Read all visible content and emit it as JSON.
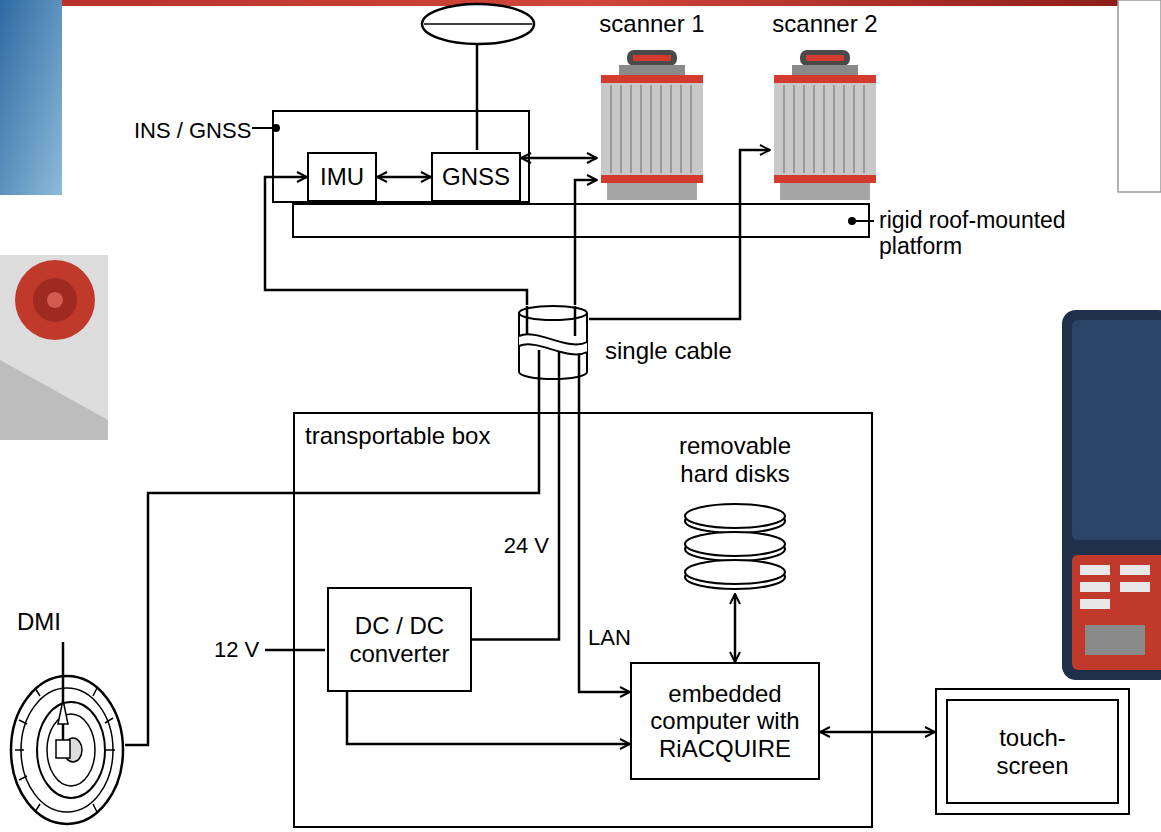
{
  "diagram": {
    "nodes": [
      {
        "text": [
          "INS / GNSS"
        ]
      },
      {
        "text": [
          "IMU"
        ],
        "in": 0
      },
      {
        "text": [
          "GNSS"
        ],
        "in": 0
      },
      {
        "text": [
          "rigid roof-mounted platform"
        ]
      },
      {
        "text": [
          "scanner 1"
        ]
      },
      {
        "text": [
          "scanner 2"
        ]
      },
      {
        "text": [
          "single cable"
        ]
      },
      {
        "text": [
          "transportable box"
        ]
      },
      {
        "text": [
          "removable hard disks"
        ],
        "in": 7
      },
      {
        "text": [
          "DC / DC converter"
        ],
        "in": 7
      },
      {
        "text": [
          "embedded computer with RiACQUIRE"
        ],
        "in": 7
      },
      {
        "text": [
          "touch-screen"
        ]
      },
      {
        "text": [
          "DMI"
        ]
      }
    ],
    "edges": [
      {
        "from": 1,
        "to": 2,
        "arrow": "both"
      },
      {
        "from": 2,
        "to": 4,
        "arrow": "both"
      },
      {
        "from": 6,
        "to": 4,
        "arrow": "to"
      },
      {
        "from": 6,
        "to": 5,
        "arrow": "to"
      },
      {
        "from": 6,
        "to": 1,
        "arrow": "to"
      },
      {
        "from": 6,
        "to": 12,
        "arrow": "none"
      },
      {
        "from": 6,
        "to": 9,
        "label": "24 V",
        "arrow": "none"
      },
      {
        "from": 6,
        "to": 10,
        "label": "LAN",
        "arrow": "to"
      },
      {
        "from": 8,
        "to": 10,
        "arrow": "both"
      },
      {
        "from": 9,
        "to": 10,
        "arrow": "to"
      },
      {
        "from": 10,
        "to": 11,
        "arrow": "both"
      }
    ],
    "labels": [
      "12 V"
    ]
  }
}
